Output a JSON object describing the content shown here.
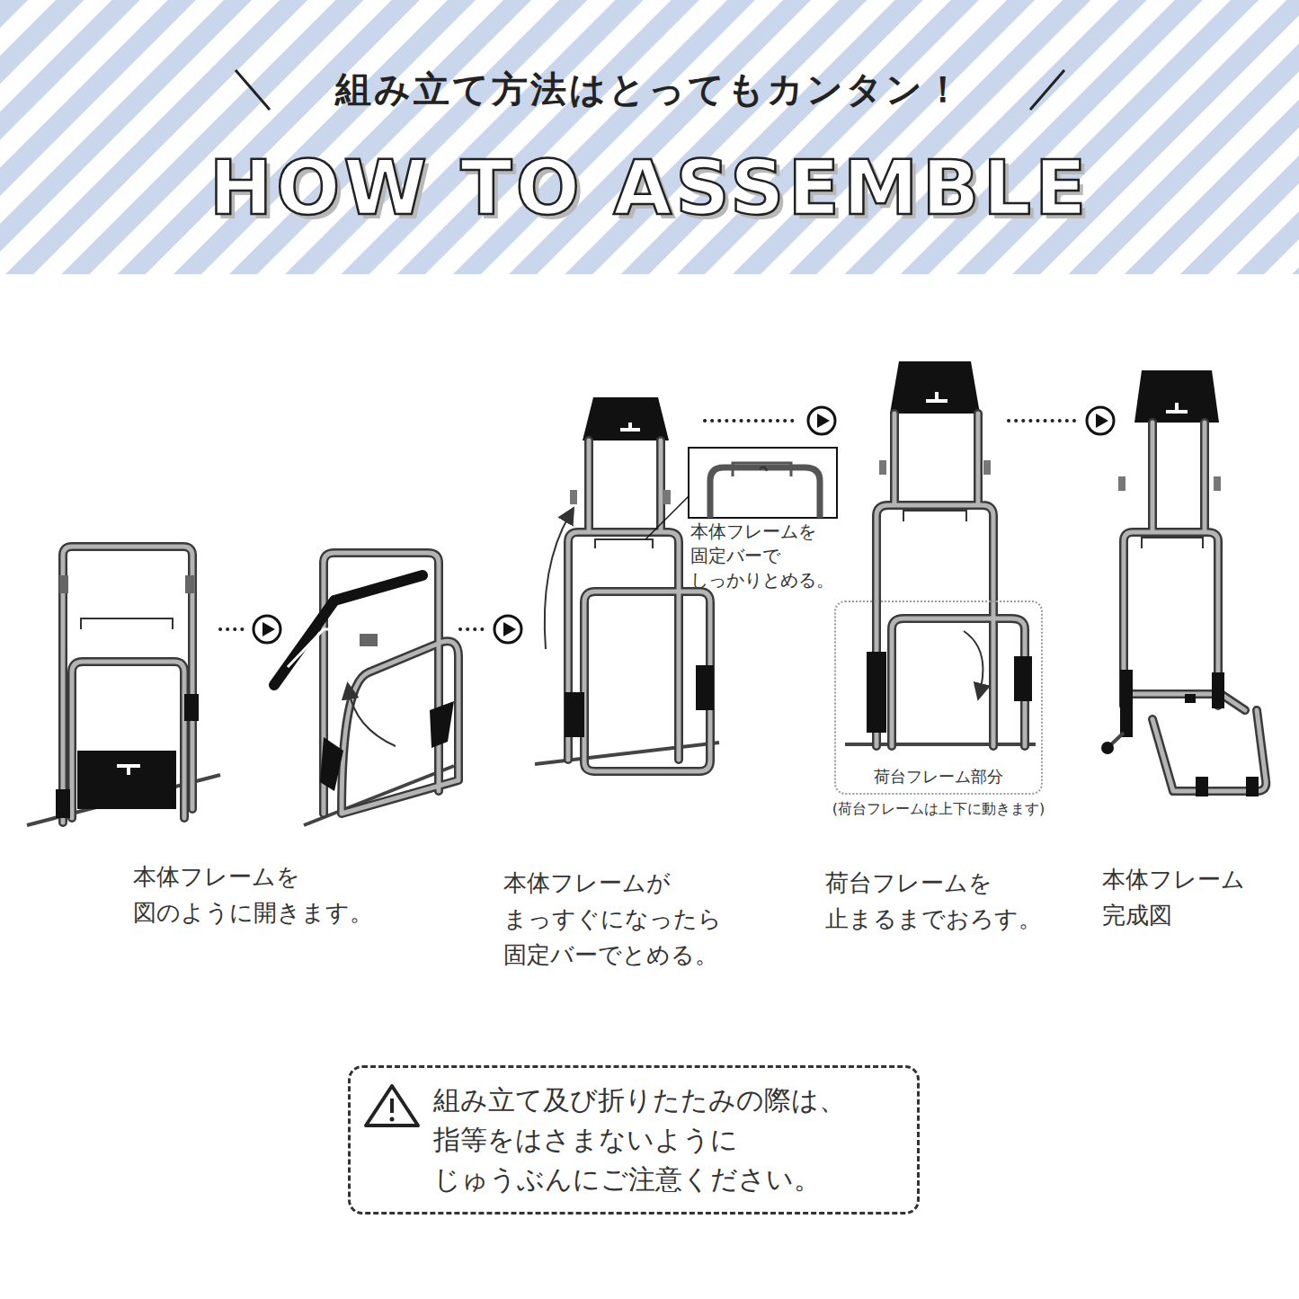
{
  "diagram": {
    "title": "組み立て方法はとってもカンタン！",
    "nodes": [
      {
        "text": [
          "本体フレームを 固定バーで しっかりとめる。"
        ]
      },
      {
        "text": [
          "荷台フレーム部分",
          "(荷台フレームは上下に動きます)"
        ]
      },
      {
        "text": [
          "組み立て及び折りたたみの際は、 指等をはさまないように じゅうぶんにご注意ください。"
        ]
      }
    ],
    "labels": [
      "HOW TO ASSEMBLE",
      "本体フレームを 図のように開きます。",
      "本体フレームが まっすぐになったら 固定バーでとめる。",
      "荷台フレームを 止まるまでおろす。",
      "本体フレーム 完成図"
    ]
  }
}
